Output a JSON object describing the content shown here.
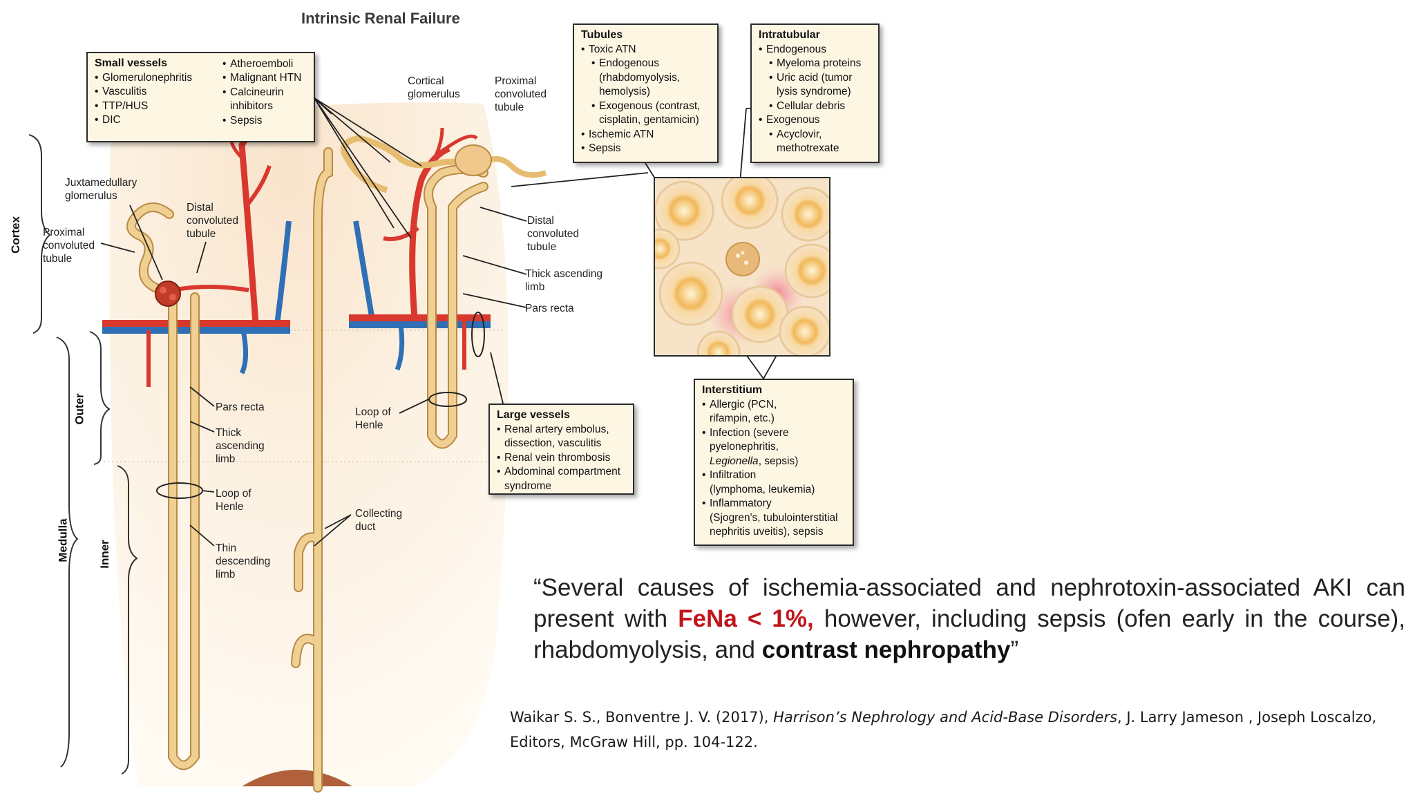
{
  "title": "Intrinsic Renal Failure",
  "zones": {
    "cortex": "Cortex",
    "medulla": "Medulla",
    "outer": "Outer",
    "inner": "Inner"
  },
  "labels": {
    "juxtamedullary_glomerulus": "Juxtamedullary\nglomerulus",
    "proximal_convoluted_left": "Proximal\nconvoluted\ntubule",
    "distal_convoluted_left": "Distal\nconvoluted\ntubule",
    "cortical_glomerulus": "Cortical\nglomerulus",
    "proximal_convoluted_right": "Proximal\nconvoluted\ntubule",
    "distal_convoluted_right": "Distal\nconvoluted\ntubule",
    "thick_ascending_right": "Thick ascending\nlimb",
    "pars_recta_right": "Pars recta",
    "pars_recta_left": "Pars recta",
    "thick_ascending_left": "Thick\nascending\nlimb",
    "loop_henle_left": "Loop of\nHenle",
    "thin_descending": "Thin\ndescending\nlimb",
    "loop_henle_mid": "Loop of\nHenle",
    "collecting_duct": "Collecting\nduct"
  },
  "boxes": {
    "small_vessels": {
      "heading": "Small vessels",
      "col1": [
        "Glomerulonephritis",
        "Vasculitis",
        "TTP/HUS",
        "DIC"
      ],
      "col2": [
        "Atheroemboli",
        "Malignant HTN",
        "Calcineurin",
        "inhibitors",
        "Sepsis"
      ]
    },
    "tubules": {
      "heading": "Tubules",
      "toxic_atn": "Toxic ATN",
      "endogenous": "Endogenous",
      "endogenous_detail_1": "(rhabdomyolysis,",
      "endogenous_detail_2": "hemolysis)",
      "exogenous": "Exogenous (contrast,",
      "exogenous_detail": "cisplatin, gentamicin)",
      "ischemic_atn": "Ischemic ATN",
      "sepsis": "Sepsis"
    },
    "intratubular": {
      "heading": "Intratubular",
      "endogenous": "Endogenous",
      "myeloma": "Myeloma proteins",
      "uric_acid_1": "Uric acid (tumor",
      "uric_acid_2": "lysis syndrome)",
      "cellular_debris": "Cellular debris",
      "exogenous": "Exogenous",
      "acyclovir": "Acyclovir,",
      "methotrexate": "methotrexate"
    },
    "large_vessels": {
      "heading": "Large vessels",
      "item1a": "Renal artery embolus,",
      "item1b": "dissection, vasculitis",
      "item2": "Renal vein thrombosis",
      "item3a": "Abdominal compartment",
      "item3b": "syndrome"
    },
    "interstitium": {
      "heading": "Interstitium",
      "allergic_1": "Allergic (PCN,",
      "allergic_2": "rifampin, etc.)",
      "infection_1": "Infection (severe",
      "infection_2": "pyelonephritis,",
      "infection_3a": "Legionella",
      "infection_3b": ", sepsis)",
      "infiltration_1": "Infiltration",
      "infiltration_2": "(lymphoma, leukemia)",
      "inflammatory_1": "Inflammatory",
      "inflammatory_2": "(Sjogren's, tubulointerstitial",
      "inflammatory_3": "nephritis uveitis), sepsis"
    }
  },
  "quote": {
    "open": "“Several causes of ischemia-associated and nephrotoxin-associated AKI can present with ",
    "fena": "FeNa < 1%,",
    "middle": " however, including sepsis (ofen early in the course), rhabdomyolysis, and ",
    "contrast": "contrast nephropathy",
    "close": "”"
  },
  "citation": {
    "authors": "Waikar S. S., Bonventre J. V. (2017), ",
    "book": "Harrison’s Nephrology and Acid-Base Disorders",
    "rest": ", J. Larry Jameson , Joseph Loscalzo, Editors, McGraw Hill, pp. 104-122."
  },
  "colors": {
    "artery": "#d9382e",
    "vein": "#2f6fb6",
    "tubule": "#e8c27a",
    "highlight": "#e01414",
    "fena": "#c0151b"
  }
}
